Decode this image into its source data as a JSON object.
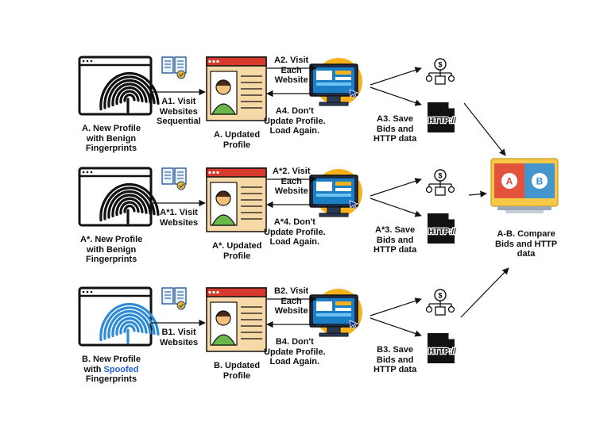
{
  "rows": [
    {
      "id": "a",
      "profile_label": [
        "A. New Profile",
        "with Benign",
        "Fingerprints"
      ],
      "visit_label": [
        "A1. Visit",
        "Websites",
        "Sequential"
      ],
      "updated_label": [
        "A. Updated",
        "Profile"
      ],
      "each_label": [
        "A2. Visit",
        "Each",
        "Website"
      ],
      "reload_label": [
        "A4. Don't",
        "Update Profile.",
        "Load Again."
      ],
      "save_label": [
        "A3. Save",
        "Bids and",
        "HTTP data"
      ],
      "spoofed": false
    },
    {
      "id": "astar",
      "profile_label": [
        "A*. New Profile",
        "with Benign",
        "Fingerprints"
      ],
      "visit_label": [
        "A*1. Visit",
        "Websites"
      ],
      "updated_label": [
        "A*. Updated",
        "Profile"
      ],
      "each_label": [
        "A*2. Visit",
        "Each",
        "Website"
      ],
      "reload_label": [
        "A*4. Don't",
        "Update Profile.",
        "Load Again."
      ],
      "save_label": [
        "A*3. Save",
        "Bids and",
        "HTTP data"
      ],
      "spoofed": false
    },
    {
      "id": "b",
      "profile_label": [
        "B. New Profile",
        "with Spoofed",
        "Fingerprints"
      ],
      "visit_label": [
        "B1. Visit",
        "Websites"
      ],
      "updated_label": [
        "B. Updated",
        "Profile"
      ],
      "each_label": [
        "B2. Visit",
        "Each",
        "Website"
      ],
      "reload_label": [
        "B4. Don't",
        "Update Profile.",
        "Load Again."
      ],
      "save_label": [
        "B3. Save",
        "Bids and",
        "HTTP data"
      ],
      "spoofed": true,
      "spoofed_word": "Spoofed"
    }
  ],
  "http_icon_text": "HTTP://",
  "compare": {
    "label": [
      "A-B. Compare",
      "Bids and HTTP",
      "data"
    ],
    "badge_a": "A",
    "badge_b": "B"
  },
  "icons": {
    "browser": "browser-window-icon",
    "fingerprint": "fingerprint-icon",
    "websites": "websites-list-icon",
    "profile": "profile-card-icon",
    "computer": "computer-monitor-icon",
    "bids": "money-bids-icon",
    "http": "http-document-icon",
    "compare": "compare-monitor-icon"
  },
  "colors": {
    "stroke": "#111111",
    "profile_header": "#d63a2c",
    "profile_body": "#f7d9a8",
    "person_shirt": "#6bb84a",
    "skin": "#f2c07d",
    "monitor_blue": "#1a7fc4",
    "monitor_circle": "#f5b21d",
    "spoof_blue": "#1f5fd0",
    "compare_red": "#e0453a",
    "compare_blue": "#2f8fdc",
    "compare_yellow": "#f7c948"
  }
}
